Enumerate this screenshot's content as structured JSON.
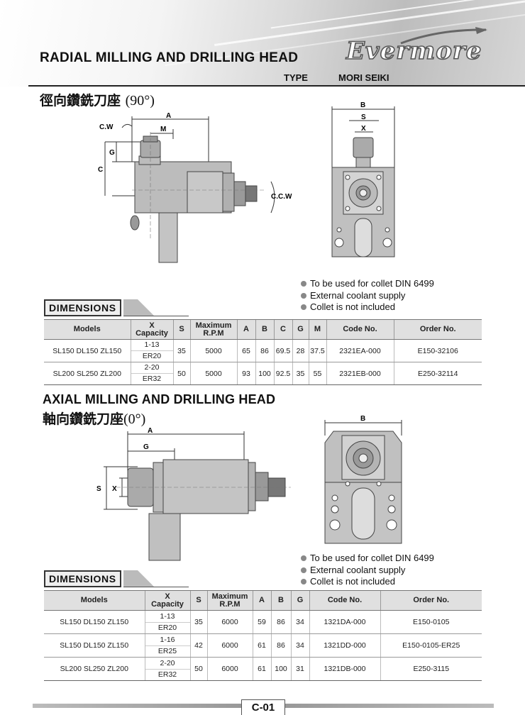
{
  "header": {
    "title": "RADIAL MILLING AND DRILLING HEAD",
    "logo": "Evermore",
    "type_label": "TYPE",
    "type_value": "MORI SEIKI"
  },
  "radial": {
    "cjk_title": "徑向鑽銑刀座",
    "angle": "(90°)",
    "labels": {
      "a": "A",
      "m": "M",
      "g": "G",
      "c": "C",
      "cw": "C.W",
      "ccw": "C.C.W",
      "b": "B",
      "s": "S",
      "x": "X"
    },
    "notes": [
      "To be used for collet DIN 6499",
      "External coolant supply",
      "Collet is not included"
    ],
    "dims_title": "DIMENSIONS",
    "table": {
      "headers": {
        "models": "Models",
        "x_top": "X",
        "x_bottom": "Capacity",
        "s": "S",
        "rpm_top": "Maximum",
        "rpm_bottom": "R.P.M",
        "a": "A",
        "b": "B",
        "c": "C",
        "g": "G",
        "m": "M",
        "code": "Code No.",
        "order": "Order No."
      },
      "rows": [
        {
          "models": "SL150  DL150  ZL150",
          "cap1": "1-13",
          "cap2": "ER20",
          "s": "35",
          "rpm": "5000",
          "a": "65",
          "b": "86",
          "c": "69.5",
          "g": "28",
          "m": "37.5",
          "code": "2321EA-000",
          "order": "E150-32106"
        },
        {
          "models": "SL200  SL250  ZL200",
          "cap1": "2-20",
          "cap2": "ER32",
          "s": "50",
          "rpm": "5000",
          "a": "93",
          "b": "100",
          "c": "92.5",
          "g": "35",
          "m": "55",
          "code": "2321EB-000",
          "order": "E250-32114"
        }
      ]
    }
  },
  "axial": {
    "title": "AXIAL MILLING AND DRILLING HEAD",
    "cjk_title": "軸向鑽銑刀座",
    "angle": "(0°)",
    "labels": {
      "a": "A",
      "g": "G",
      "s": "S",
      "x": "X",
      "b": "B"
    },
    "notes": [
      "To be used for collet DIN 6499",
      "External coolant supply",
      "Collet is not included"
    ],
    "dims_title": "DIMENSIONS",
    "table": {
      "headers": {
        "models": "Models",
        "x_top": "X",
        "x_bottom": "Capacity",
        "s": "S",
        "rpm_top": "Maximum",
        "rpm_bottom": "R.P.M",
        "a": "A",
        "b": "B",
        "g": "G",
        "code": "Code No.",
        "order": "Order No."
      },
      "rows": [
        {
          "models": "SL150  DL150  ZL150",
          "cap1": "1-13",
          "cap2": "ER20",
          "s": "35",
          "rpm": "6000",
          "a": "59",
          "b": "86",
          "g": "34",
          "code": "1321DA-000",
          "order": "E150-0105"
        },
        {
          "models": "SL150  DL150  ZL150",
          "cap1": "1-16",
          "cap2": "ER25",
          "s": "42",
          "rpm": "6000",
          "a": "61",
          "b": "86",
          "g": "34",
          "code": "1321DD-000",
          "order": "E150-0105-ER25"
        },
        {
          "models": "SL200  SL250  ZL200",
          "cap1": "2-20",
          "cap2": "ER32",
          "s": "50",
          "rpm": "6000",
          "a": "61",
          "b": "100",
          "g": "31",
          "code": "1321DB-000",
          "order": "E250-3115"
        }
      ]
    }
  },
  "footer": {
    "page": "C-01"
  }
}
